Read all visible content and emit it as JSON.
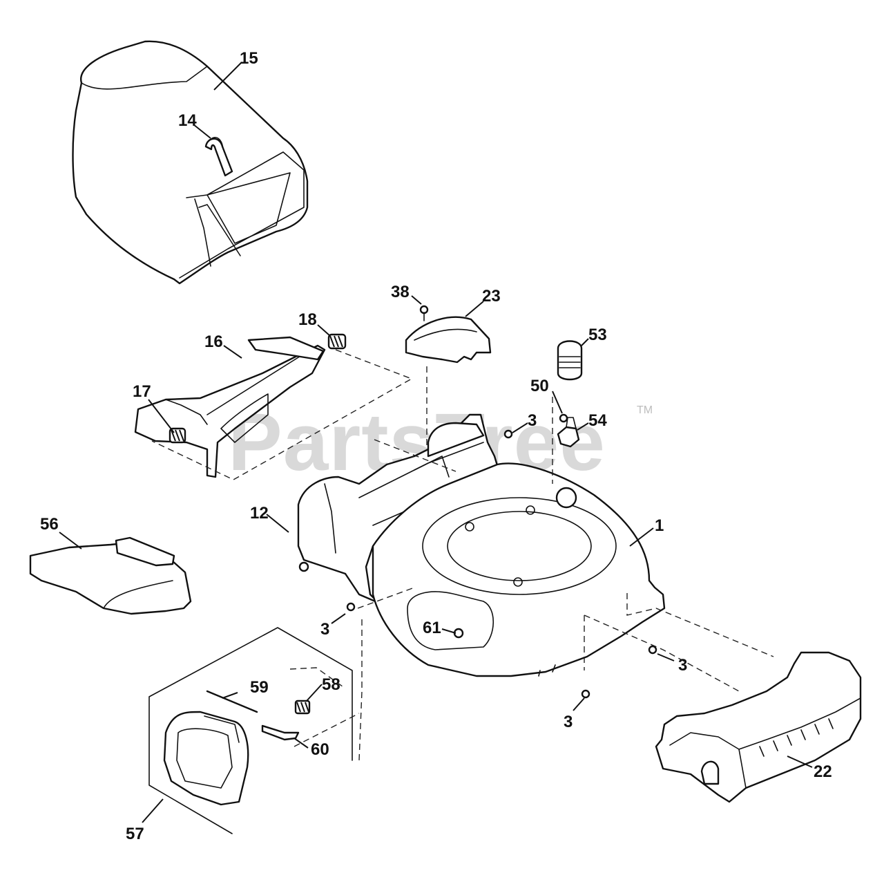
{
  "watermark": {
    "text": "PartsTree",
    "tm": "TM"
  },
  "callouts": {
    "c1": "1",
    "c3a": "3",
    "c3b": "3",
    "c3c": "3",
    "c3d": "3",
    "c12": "12",
    "c14": "14",
    "c15": "15",
    "c16": "16",
    "c17": "17",
    "c18": "18",
    "c22": "22",
    "c23": "23",
    "c38": "38",
    "c50": "50",
    "c53": "53",
    "c54": "54",
    "c56": "56",
    "c57": "57",
    "c58": "58",
    "c59": "59",
    "c60": "60",
    "c61": "61"
  }
}
